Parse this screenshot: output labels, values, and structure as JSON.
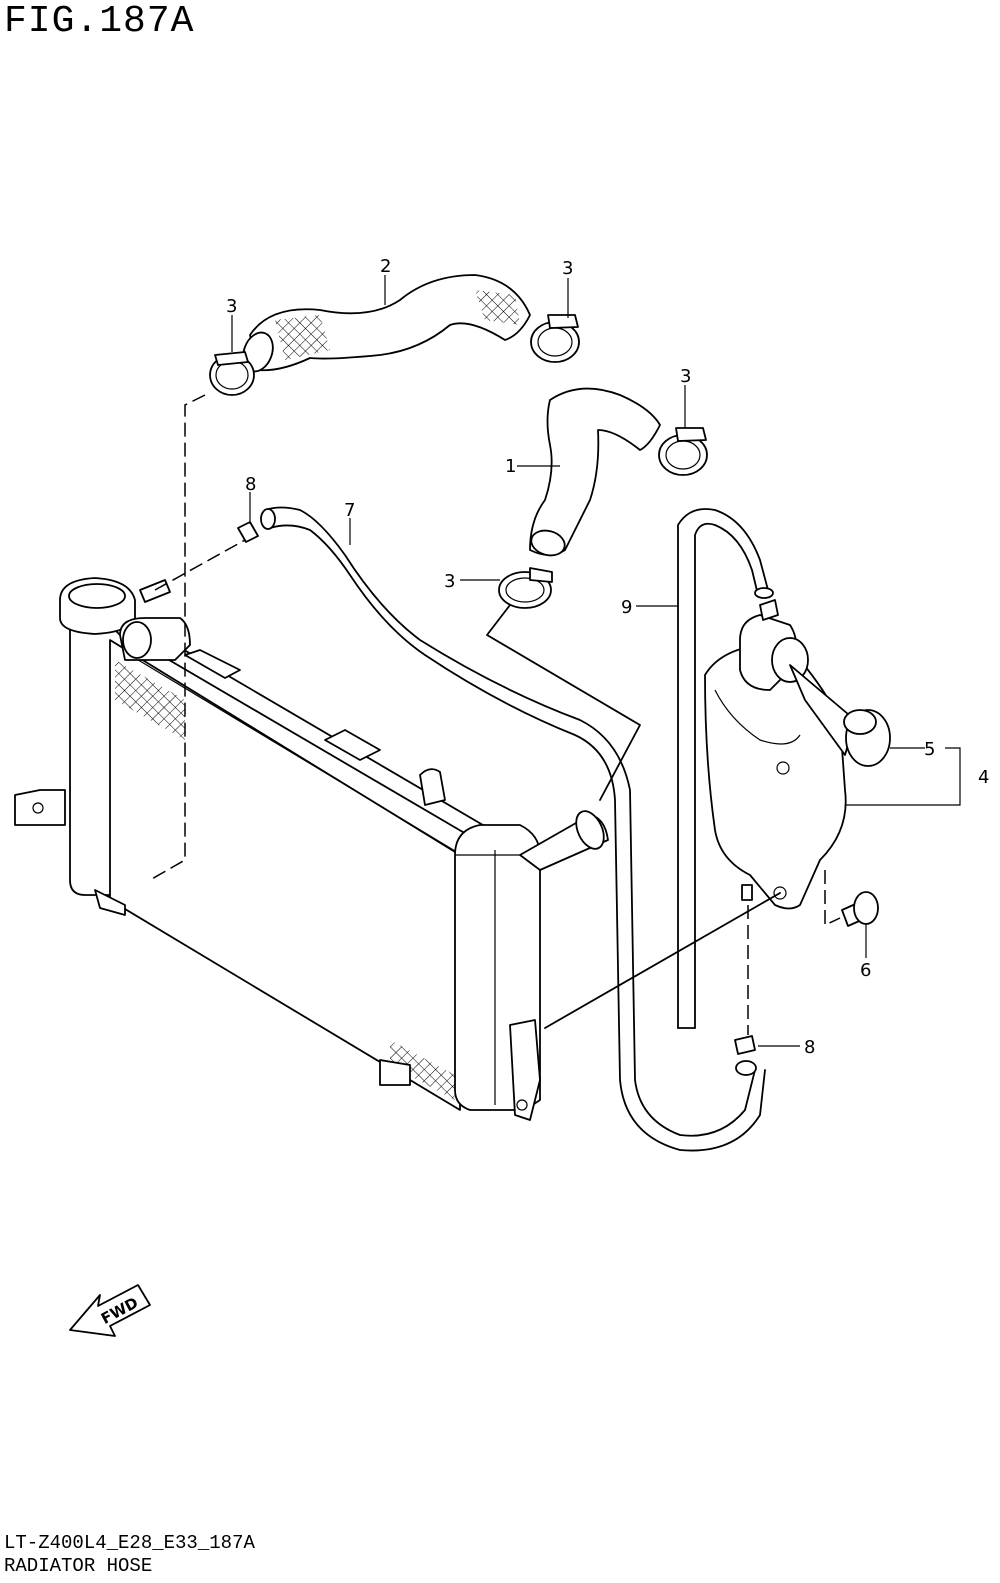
{
  "figure": {
    "title": "FIG.187A",
    "code": "LT-Z400L4_E28_E33_187A",
    "name": "RADIATOR HOSE"
  },
  "callouts": [
    {
      "id": "c1",
      "label": "1"
    },
    {
      "id": "c2",
      "label": "2"
    },
    {
      "id": "c3a",
      "label": "3"
    },
    {
      "id": "c3b",
      "label": "3"
    },
    {
      "id": "c3c",
      "label": "3"
    },
    {
      "id": "c3d",
      "label": "3"
    },
    {
      "id": "c4",
      "label": "4"
    },
    {
      "id": "c5",
      "label": "5"
    },
    {
      "id": "c6",
      "label": "6"
    },
    {
      "id": "c7",
      "label": "7"
    },
    {
      "id": "c8a",
      "label": "8"
    },
    {
      "id": "c8b",
      "label": "8"
    },
    {
      "id": "c9",
      "label": "9"
    }
  ],
  "fwd_arrow": {
    "label": "FWD"
  }
}
